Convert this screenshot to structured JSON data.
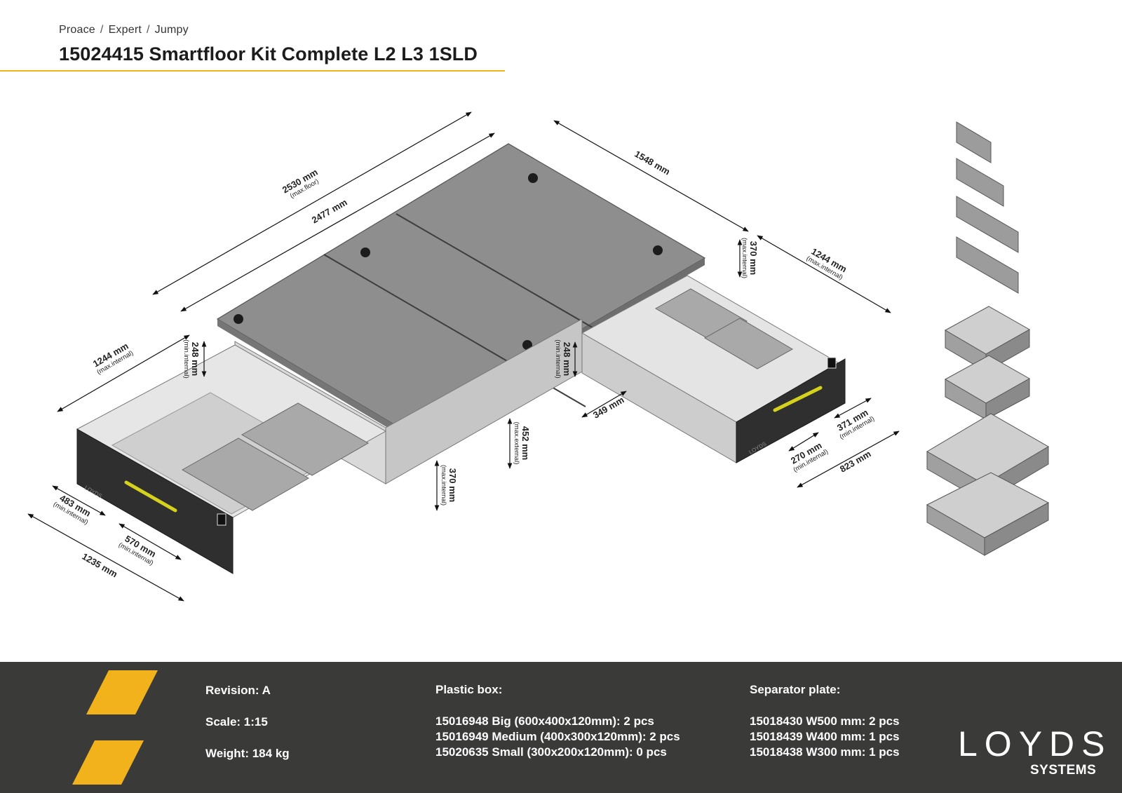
{
  "breadcrumb": [
    "Proace",
    "Expert",
    "Jumpy"
  ],
  "title": "15024415 Smartfloor Kit Complete L2 L3 1SLD",
  "dimensions": {
    "d2530": {
      "value": "2530 mm",
      "note": "(max.floor)"
    },
    "d2477": {
      "value": "2477 mm"
    },
    "d1548": {
      "value": "1548 mm"
    },
    "d1244_right": {
      "value": "1244 mm",
      "note": "(max.internal)"
    },
    "d370_right": {
      "value": "370 mm",
      "note": "(max.internal)"
    },
    "d1244_left": {
      "value": "1244 mm",
      "note": "(max.internal)"
    },
    "d248_left": {
      "value": "248 mm",
      "note": "(min.internal)"
    },
    "d248_mid": {
      "value": "248 mm",
      "note": "(min.internal)"
    },
    "d349": {
      "value": "349 mm"
    },
    "d452": {
      "value": "452 mm",
      "note": "(max.external)"
    },
    "d370_mid": {
      "value": "370 mm",
      "note": "(max.internal)"
    },
    "d483": {
      "value": "483 mm",
      "note": "(min.internal)"
    },
    "d570": {
      "value": "570 mm",
      "note": "(min.internal)"
    },
    "d1235": {
      "value": "1235 mm"
    },
    "d371": {
      "value": "371 mm",
      "note": "(min.internal)"
    },
    "d270": {
      "value": "270 mm",
      "note": "(min.internal)"
    },
    "d823": {
      "value": "823 mm"
    }
  },
  "drawer_brand": "LOYDS",
  "footer": {
    "revision": "Revision: A",
    "scale": "Scale: 1:15",
    "weight": "Weight: 184 kg",
    "plastic_box": {
      "heading": "Plastic box:",
      "lines": [
        "15016948 Big (600x400x120mm): 2 pcs",
        "15016949 Medium (400x300x120mm): 2 pcs",
        "15020635 Small (300x200x120mm): 0 pcs"
      ]
    },
    "separator_plate": {
      "heading": "Separator plate:",
      "lines": [
        "15018430 W500 mm: 2 pcs",
        "15018439 W400 mm: 1 pcs",
        "15018438 W300 mm: 1 pcs"
      ]
    },
    "logo": {
      "word": "LOYDS",
      "sub": "SYSTEMS"
    }
  },
  "colors": {
    "accent": "#f2b21b",
    "footer_bg": "#3a3a39",
    "floor_plate": "#8f8f8f",
    "drawer_front": "#2f2f2f",
    "handle": "#d4d21c"
  }
}
